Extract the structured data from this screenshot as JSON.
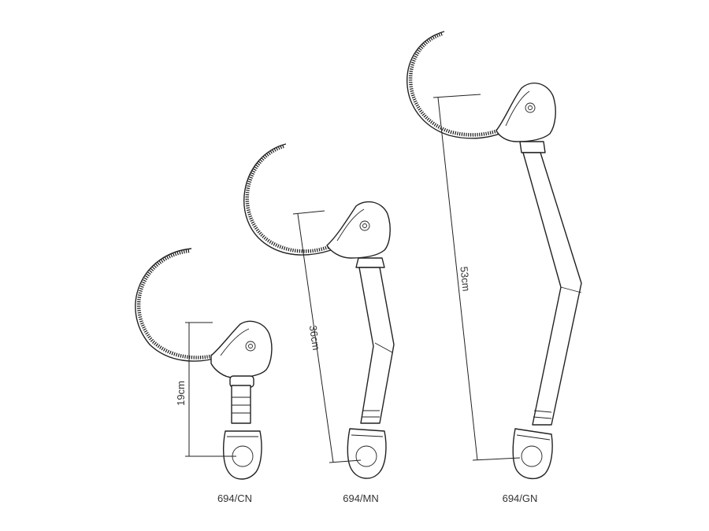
{
  "products": [
    {
      "model": "694/CN",
      "length": "19cm"
    },
    {
      "model": "694/MN",
      "length": "36cm"
    },
    {
      "model": "694/GN",
      "length": "53cm"
    }
  ],
  "colors": {
    "line": "#222222",
    "text": "#333333",
    "background": "#ffffff"
  }
}
